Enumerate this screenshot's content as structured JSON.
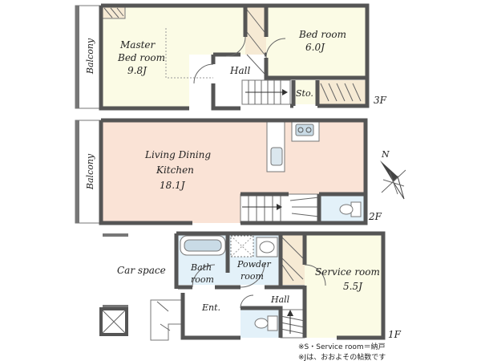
{
  "floor3": {
    "tag": "3F",
    "balcony": "Balcony",
    "master_line1": "Master",
    "master_line2": "Bed room",
    "master_size": "9.8J",
    "hall": "Hall",
    "bedroom": "Bed room",
    "bedroom_size": "6.0J",
    "storage": "Sto."
  },
  "floor2": {
    "tag": "2F",
    "balcony": "Balcony",
    "ldk_line1": "Living Dining",
    "ldk_line2": "Kitchen",
    "ldk_size": "18.1J"
  },
  "floor1": {
    "tag": "1F",
    "car_space": "Car space",
    "bath_line1": "Bath",
    "bath_line2": "room",
    "powder_line1": "Powder",
    "powder_line2": "room",
    "service": "Service room",
    "service_size": "5.5J",
    "entrance": "Ent.",
    "hall": "Hall"
  },
  "compass": {
    "label": "N"
  },
  "notes": {
    "line1": "※S・Service room＝納戸",
    "line2": "※Jは、おおよその帖数です"
  },
  "colors": {
    "room_yellow": "#fbfbe5",
    "room_pink": "#fae3d6",
    "wet_blue": "#e3f1f9",
    "wall": "#555555"
  }
}
